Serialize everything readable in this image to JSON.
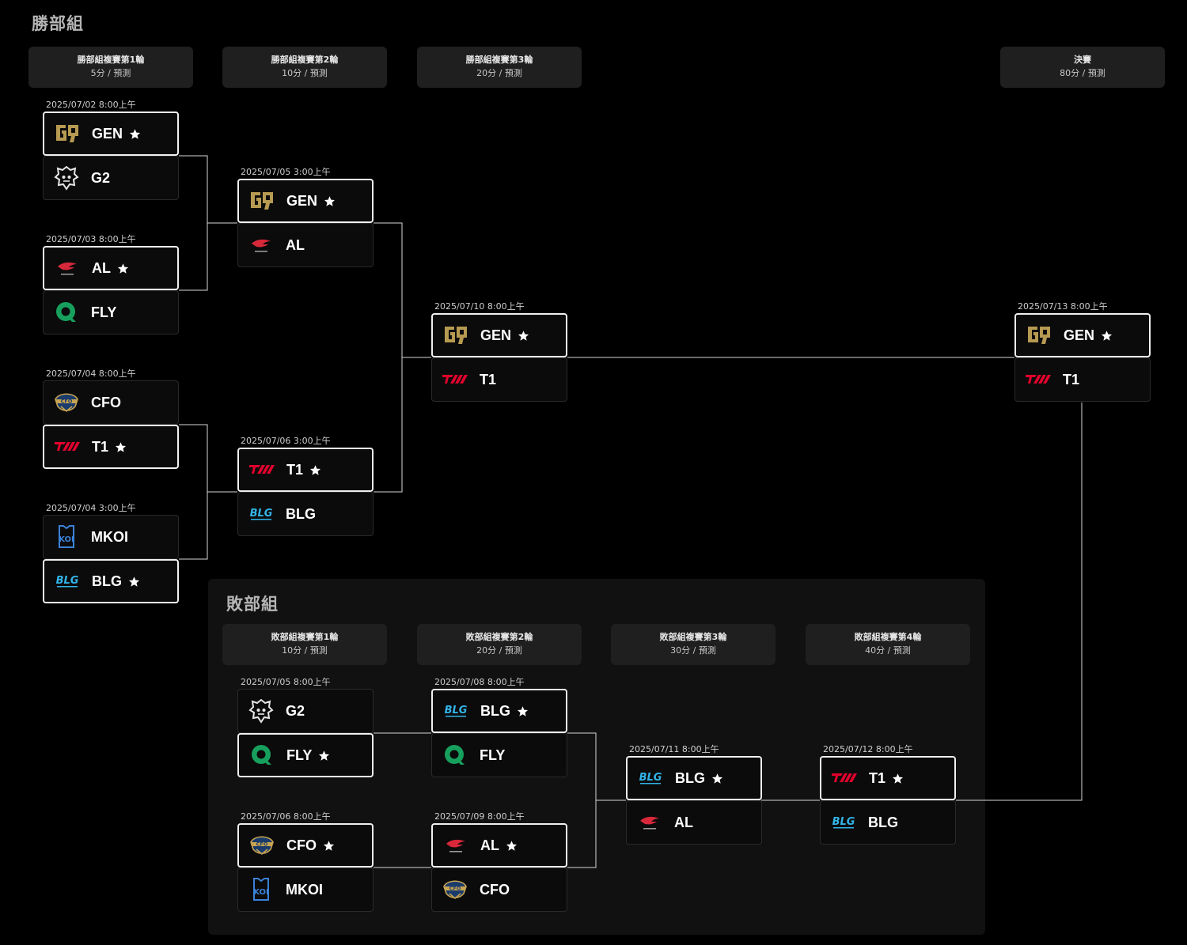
{
  "winners_title": "勝部組",
  "losers_title": "敗部組",
  "rounds": {
    "w1": {
      "name": "勝部組複賽第1輪",
      "points": "5分 / 預測"
    },
    "w2": {
      "name": "勝部組複賽第2輪",
      "points": "10分 / 預測"
    },
    "w3": {
      "name": "勝部組複賽第3輪",
      "points": "20分 / 預測"
    },
    "final": {
      "name": "決賽",
      "points": "80分 / 預測"
    },
    "l1": {
      "name": "敗部組複賽第1輪",
      "points": "10分 / 預測"
    },
    "l2": {
      "name": "敗部組複賽第2輪",
      "points": "20分 / 預測"
    },
    "l3": {
      "name": "敗部組複賽第3輪",
      "points": "30分 / 預測"
    },
    "l4": {
      "name": "敗部組複賽第4輪",
      "points": "40分 / 預測"
    }
  },
  "matches": [
    {
      "id": "wr1m1",
      "date": "2025/07/02 8:00上午",
      "top": {
        "team": "GEN",
        "logo": "gen"
      },
      "bot": {
        "team": "G2",
        "logo": "g2"
      },
      "winner": "top"
    },
    {
      "id": "wr1m2",
      "date": "2025/07/03 8:00上午",
      "top": {
        "team": "AL",
        "logo": "al"
      },
      "bot": {
        "team": "FLY",
        "logo": "fly"
      },
      "winner": "top"
    },
    {
      "id": "wr1m3",
      "date": "2025/07/04 8:00上午",
      "top": {
        "team": "CFO",
        "logo": "cfo"
      },
      "bot": {
        "team": "T1",
        "logo": "t1"
      },
      "winner": "bot"
    },
    {
      "id": "wr1m4",
      "date": "2025/07/04 3:00上午",
      "top": {
        "team": "MKOI",
        "logo": "mkoi"
      },
      "bot": {
        "team": "BLG",
        "logo": "blg"
      },
      "winner": "bot"
    },
    {
      "id": "wr2m1",
      "date": "2025/07/05 3:00上午",
      "top": {
        "team": "GEN",
        "logo": "gen"
      },
      "bot": {
        "team": "AL",
        "logo": "al"
      },
      "winner": "top"
    },
    {
      "id": "wr2m2",
      "date": "2025/07/06 3:00上午",
      "top": {
        "team": "T1",
        "logo": "t1"
      },
      "bot": {
        "team": "BLG",
        "logo": "blg"
      },
      "winner": "top"
    },
    {
      "id": "wr3m1",
      "date": "2025/07/10 8:00上午",
      "top": {
        "team": "GEN",
        "logo": "gen"
      },
      "bot": {
        "team": "T1",
        "logo": "t1"
      },
      "winner": "top"
    },
    {
      "id": "final",
      "date": "2025/07/13 8:00上午",
      "top": {
        "team": "GEN",
        "logo": "gen"
      },
      "bot": {
        "team": "T1",
        "logo": "t1"
      },
      "winner": "top"
    },
    {
      "id": "lr1m1",
      "date": "2025/07/05 8:00上午",
      "top": {
        "team": "G2",
        "logo": "g2"
      },
      "bot": {
        "team": "FLY",
        "logo": "fly"
      },
      "winner": "bot"
    },
    {
      "id": "lr1m2",
      "date": "2025/07/06 8:00上午",
      "top": {
        "team": "CFO",
        "logo": "cfo"
      },
      "bot": {
        "team": "MKOI",
        "logo": "mkoi"
      },
      "winner": "top"
    },
    {
      "id": "lr2m1",
      "date": "2025/07/08 8:00上午",
      "top": {
        "team": "BLG",
        "logo": "blg"
      },
      "bot": {
        "team": "FLY",
        "logo": "fly"
      },
      "winner": "top"
    },
    {
      "id": "lr2m2",
      "date": "2025/07/09 8:00上午",
      "top": {
        "team": "AL",
        "logo": "al"
      },
      "bot": {
        "team": "CFO",
        "logo": "cfo"
      },
      "winner": "top"
    },
    {
      "id": "lr3m1",
      "date": "2025/07/11 8:00上午",
      "top": {
        "team": "BLG",
        "logo": "blg"
      },
      "bot": {
        "team": "AL",
        "logo": "al"
      },
      "winner": "top"
    },
    {
      "id": "lr4m1",
      "date": "2025/07/12 8:00上午",
      "top": {
        "team": "T1",
        "logo": "t1"
      },
      "bot": {
        "team": "BLG",
        "logo": "blg"
      },
      "winner": "top"
    }
  ],
  "icons": {
    "winner_marker": "star-icon"
  },
  "colors": {
    "background": "#000000",
    "panel": "#111111",
    "header": "#1f1f1f",
    "winner_border": "#f0f0f0",
    "connector": "#d8d8d8"
  }
}
